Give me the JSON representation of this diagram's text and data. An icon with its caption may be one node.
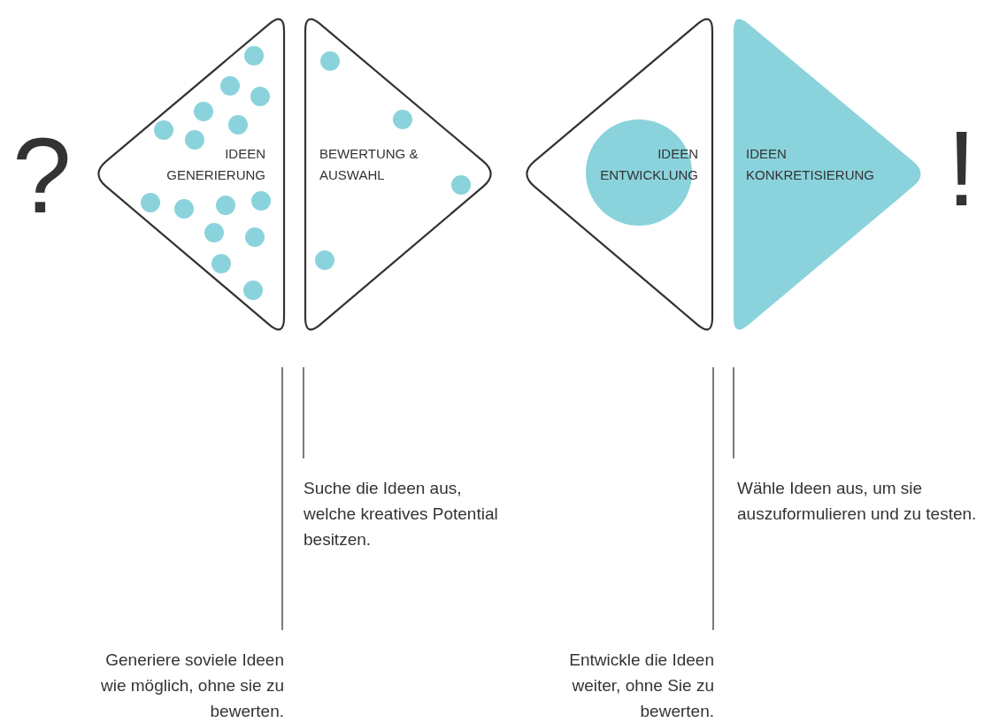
{
  "diagram": {
    "nodes": [
      {
        "text": [
          "IDEEN GENERIERUNG"
        ]
      },
      {
        "text": [
          "BEWERTUNG & AUSWAHL"
        ]
      },
      {
        "text": [
          "IDEEN ENTWICKLUNG"
        ]
      },
      {
        "text": [
          "IDEEN KONKRETISIERUNG"
        ]
      }
    ],
    "edges": [],
    "labels": [
      "?",
      "!",
      "Suche die Ideen aus, welche kreatives Potential besitzen.",
      "Wähle Ideen aus, um sie auszuformulieren und zu testen.",
      "Generiere soviele Ideen wie möglich, ohne sie zu bewerten.",
      "Entwickle die Ideen weiter, ohne Sie zu bewerten."
    ]
  }
}
